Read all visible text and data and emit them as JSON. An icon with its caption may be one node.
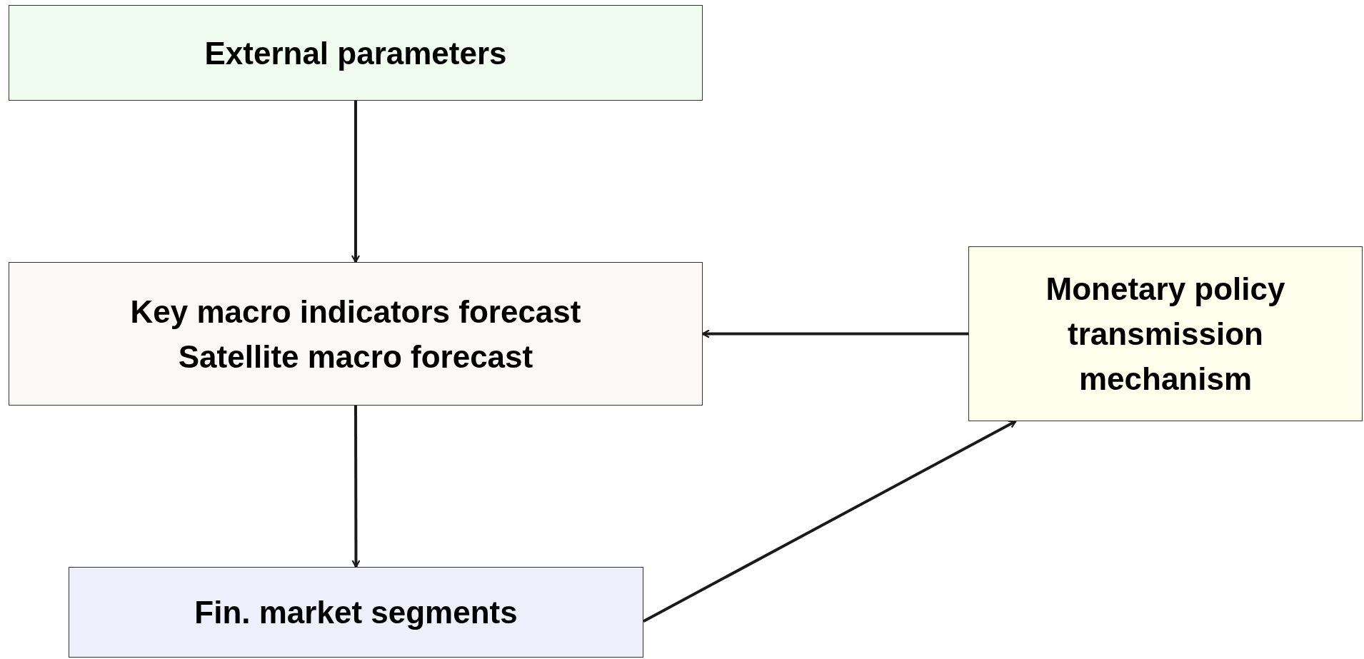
{
  "diagram": {
    "nodes": [
      {
        "text": [
          "External parameters"
        ]
      },
      {
        "text": [
          "Key macro indicators forecast",
          "Satellite macro forecast"
        ]
      },
      {
        "text": [
          "Monetary policy transmission mechanism"
        ]
      },
      {
        "text": [
          "Fin. market segments"
        ]
      }
    ],
    "edges": [
      {
        "from": 0,
        "to": 1,
        "arrow": "to"
      },
      {
        "from": 2,
        "to": 1,
        "arrow": "to"
      },
      {
        "from": 1,
        "to": 3,
        "arrow": "to"
      },
      {
        "from": 3,
        "to": 2,
        "arrow": "to"
      }
    ]
  }
}
